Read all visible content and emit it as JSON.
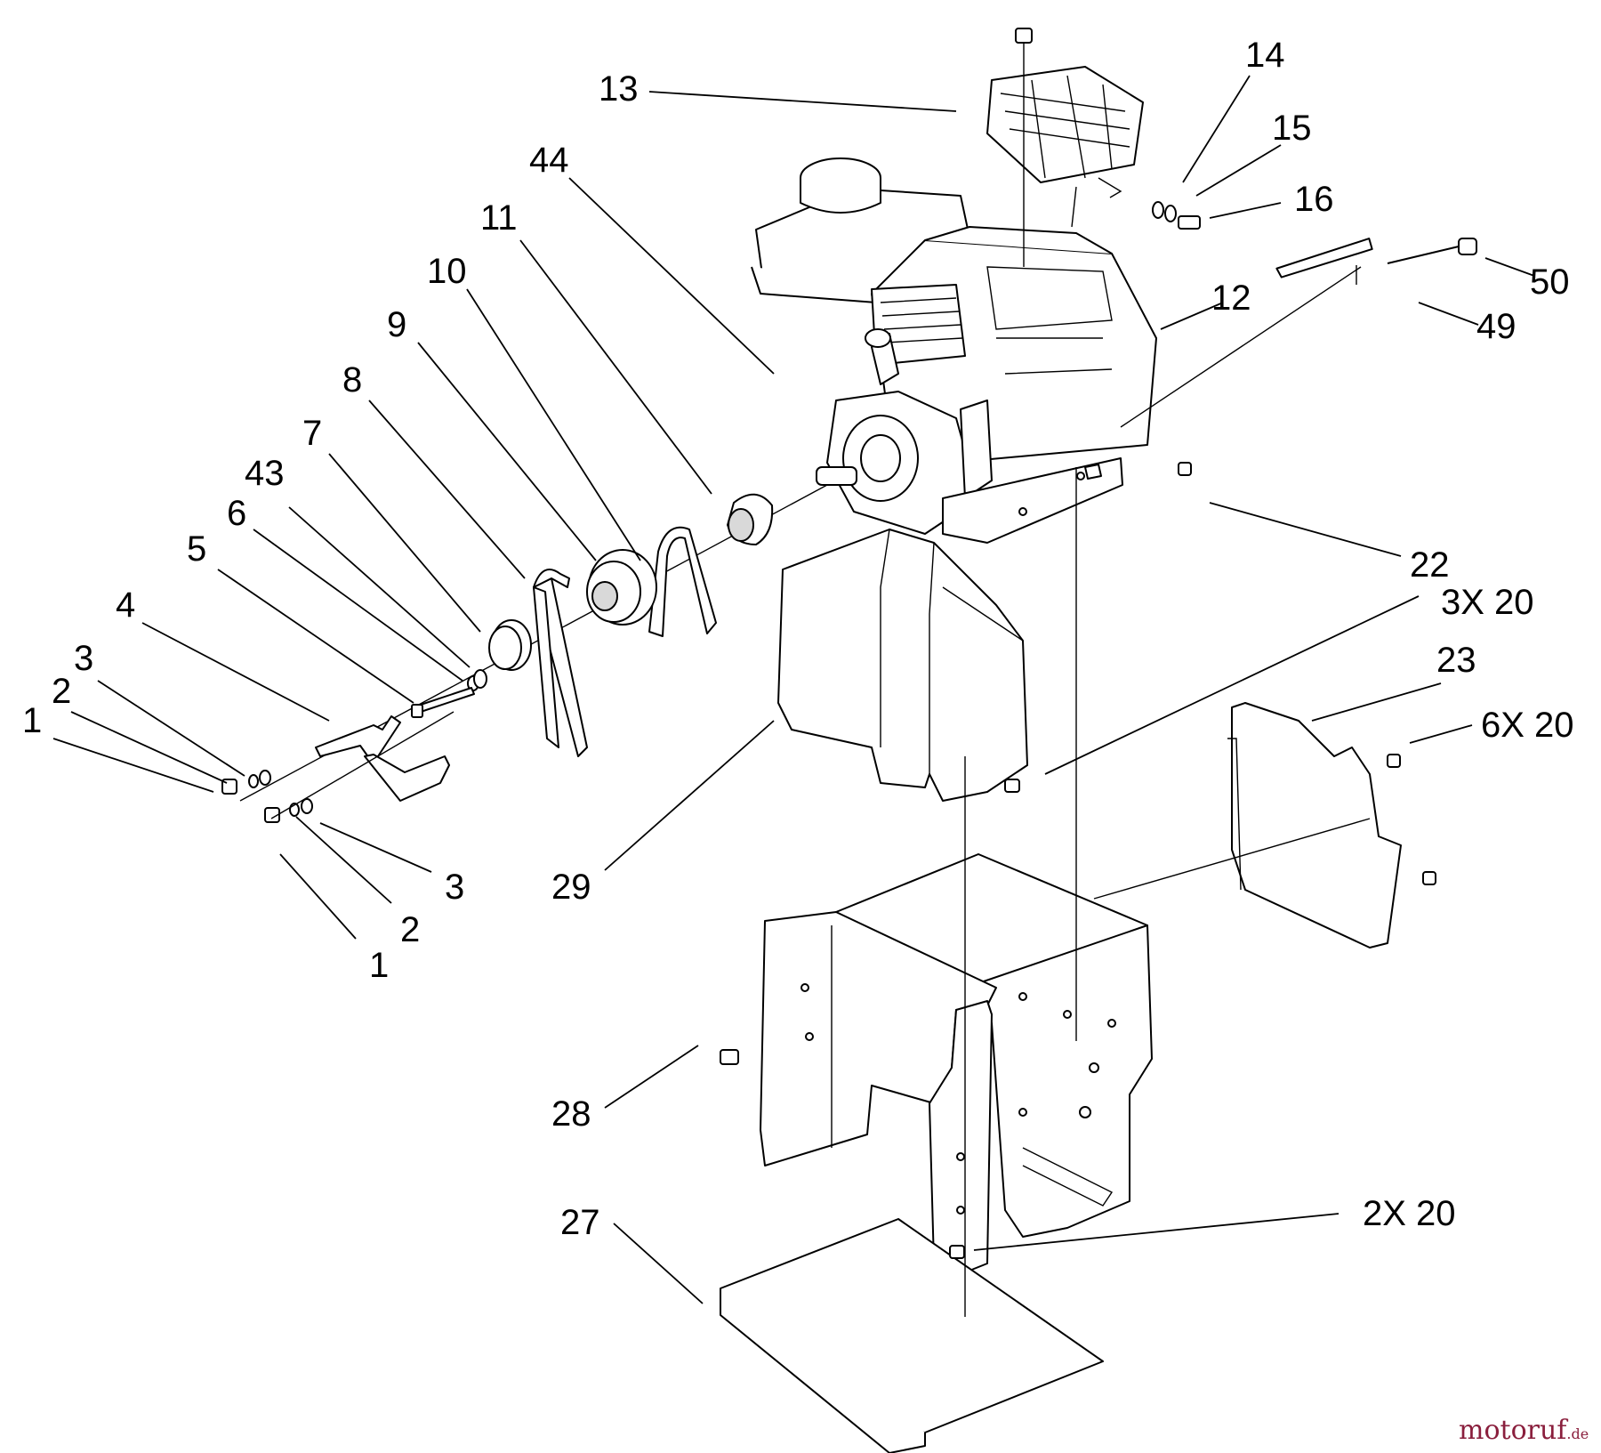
{
  "callouts": [
    {
      "id": "c13",
      "label": "13"
    },
    {
      "id": "c14",
      "label": "14"
    },
    {
      "id": "c15",
      "label": "15"
    },
    {
      "id": "c16",
      "label": "16"
    },
    {
      "id": "c44",
      "label": "44"
    },
    {
      "id": "c11",
      "label": "11"
    },
    {
      "id": "c10",
      "label": "10"
    },
    {
      "id": "c9",
      "label": "9"
    },
    {
      "id": "c8",
      "label": "8"
    },
    {
      "id": "c7",
      "label": "7"
    },
    {
      "id": "c43",
      "label": "43"
    },
    {
      "id": "c6",
      "label": "6"
    },
    {
      "id": "c5",
      "label": "5"
    },
    {
      "id": "c4",
      "label": "4"
    },
    {
      "id": "c3a",
      "label": "3"
    },
    {
      "id": "c2a",
      "label": "2"
    },
    {
      "id": "c1a",
      "label": "1"
    },
    {
      "id": "c3b",
      "label": "3"
    },
    {
      "id": "c2b",
      "label": "2"
    },
    {
      "id": "c1b",
      "label": "1"
    },
    {
      "id": "c12",
      "label": "12"
    },
    {
      "id": "c50",
      "label": "50"
    },
    {
      "id": "c49",
      "label": "49"
    },
    {
      "id": "c22",
      "label": "22"
    },
    {
      "id": "c3x20",
      "label": "3X 20"
    },
    {
      "id": "c23",
      "label": "23"
    },
    {
      "id": "c6x20",
      "label": "6X 20"
    },
    {
      "id": "c29",
      "label": "29"
    },
    {
      "id": "c28",
      "label": "28"
    },
    {
      "id": "c27",
      "label": "27"
    },
    {
      "id": "c2x20",
      "label": "2X 20"
    }
  ],
  "watermark": {
    "brand_main": "motoruf",
    "brand_suffix": ".de",
    "colors": {
      "main": "#8a1f3d",
      "dot": "#6b8e23"
    }
  }
}
